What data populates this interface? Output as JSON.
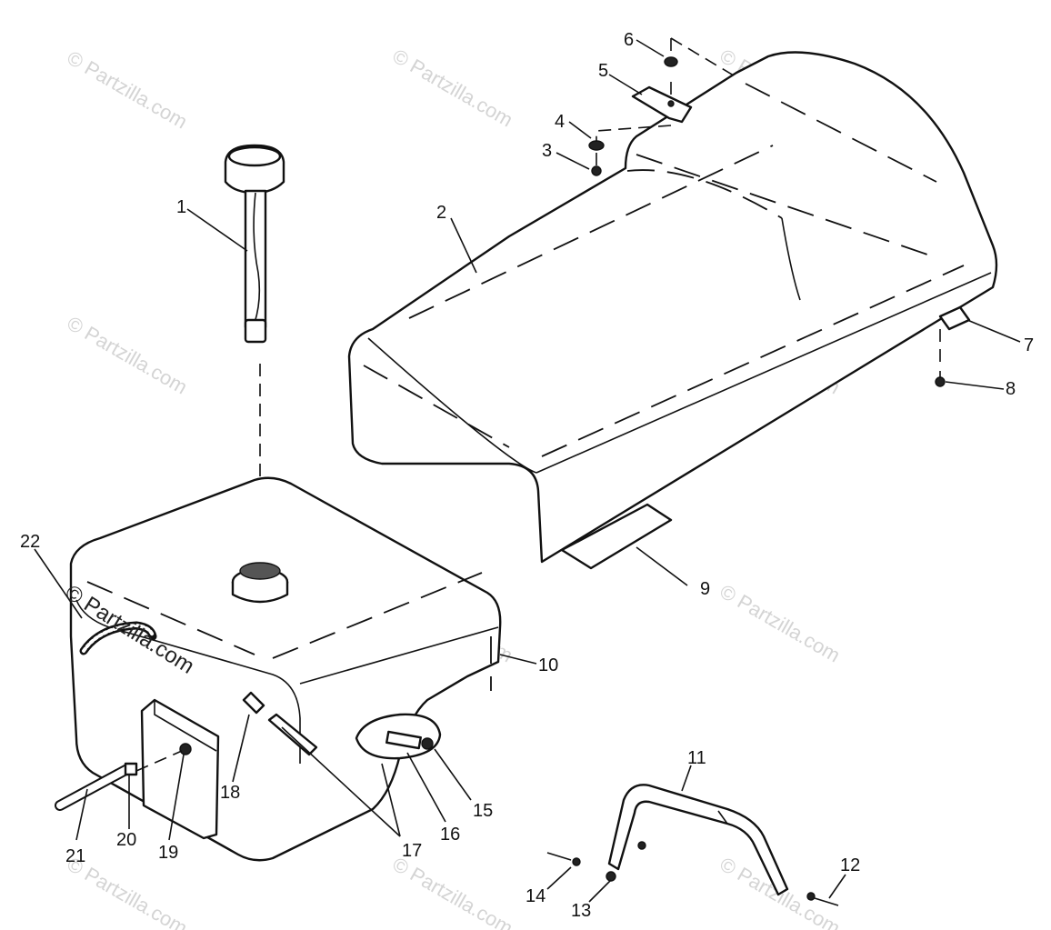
{
  "watermark": {
    "text": "© Partzilla.com",
    "prominent_text": "© Partzilla.com"
  },
  "callouts": {
    "c1": "1",
    "c2": "2",
    "c3": "3",
    "c4": "4",
    "c5": "5",
    "c6": "6",
    "c7": "7",
    "c8": "8",
    "c9": "9",
    "c10": "10",
    "c11": "11",
    "c12": "12",
    "c13": "13",
    "c14": "14",
    "c15": "15",
    "c16": "16",
    "c17": "17",
    "c18": "18",
    "c19": "19",
    "c20": "20",
    "c21": "21",
    "c22": "22"
  }
}
